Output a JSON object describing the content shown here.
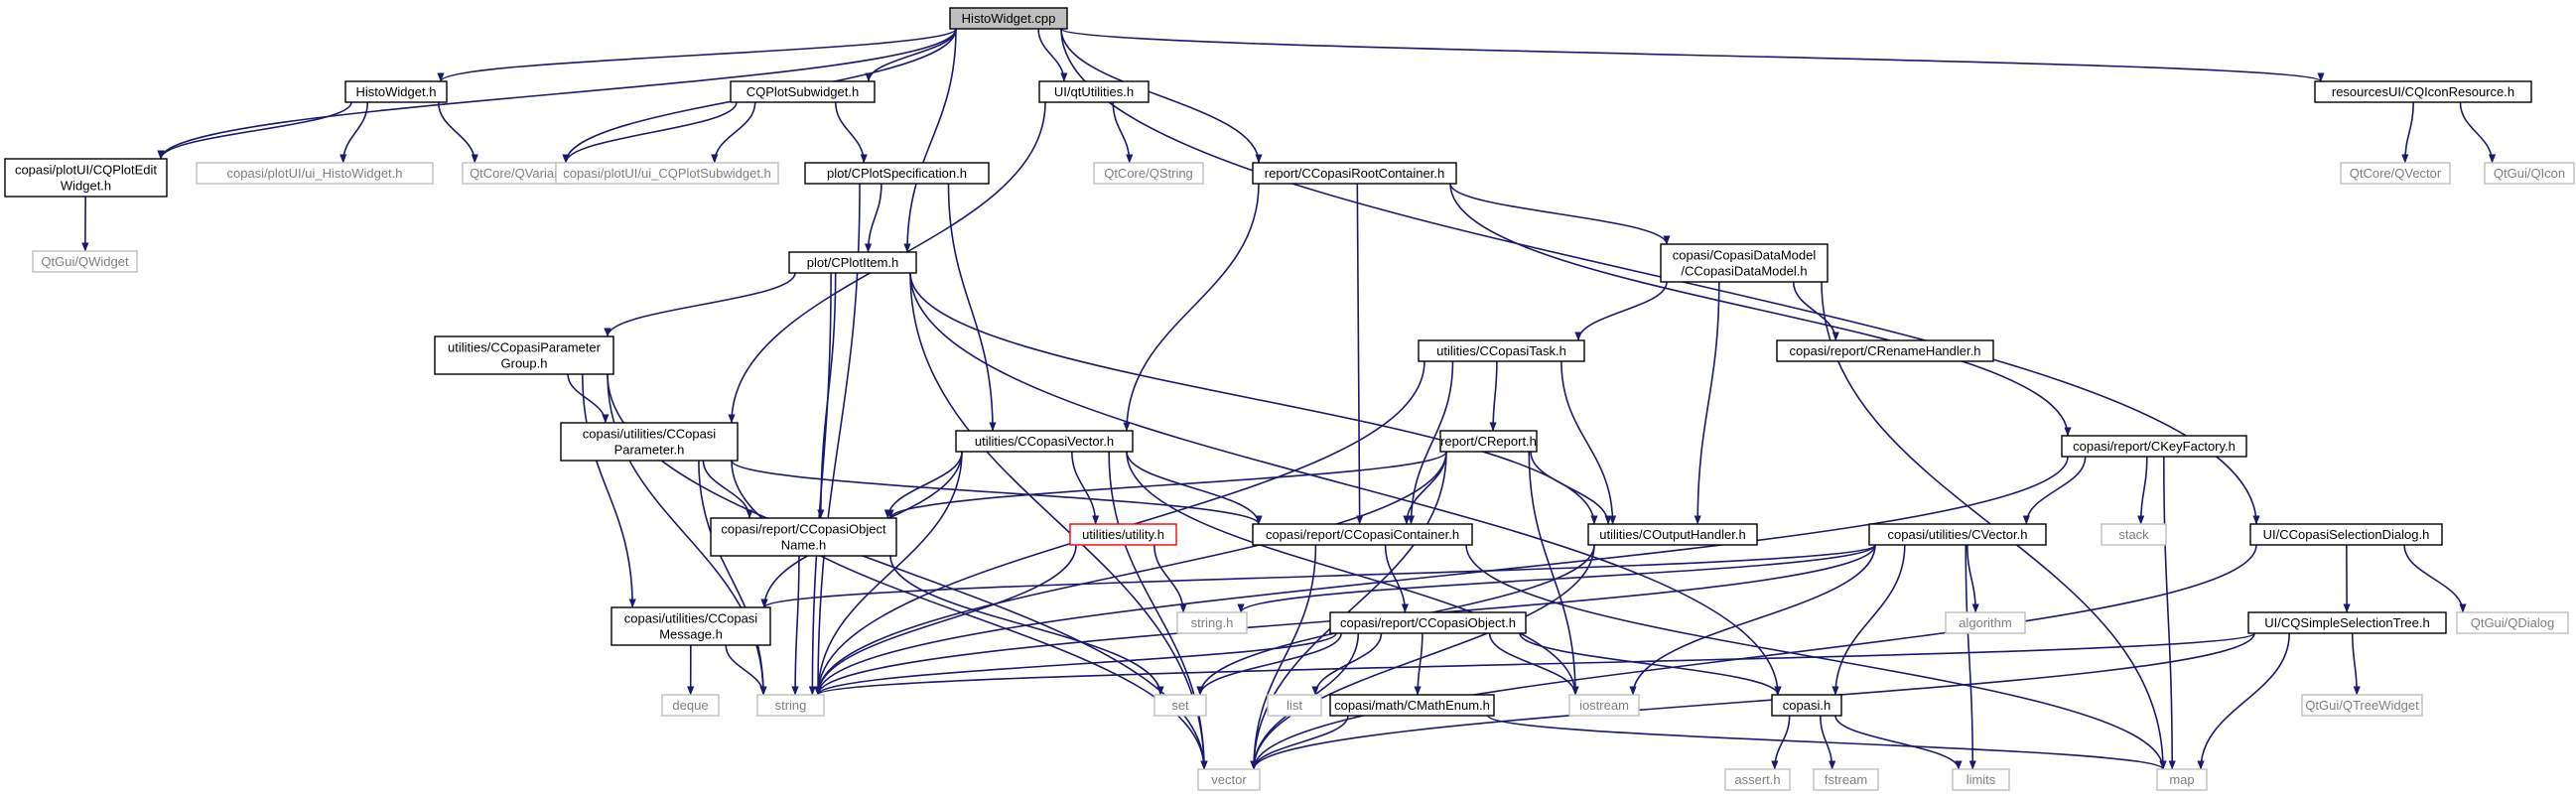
{
  "colors": {
    "edge": "#191970",
    "node_border": "#000000",
    "node_fill": "#ffffff",
    "root_fill": "#bfbfbf",
    "external_border": "#bfbfbf",
    "external_text": "#7f7f7f",
    "highlight_border": "#ff0000"
  },
  "nodes": {
    "histowidget_cpp": {
      "lines": [
        "HistoWidget.cpp"
      ],
      "kind": "root"
    },
    "histowidget_h": {
      "lines": [
        "HistoWidget.h"
      ],
      "kind": "internal"
    },
    "cqplotsubwidget_h": {
      "lines": [
        "CQPlotSubwidget.h"
      ],
      "kind": "internal"
    },
    "qtutilities_h": {
      "lines": [
        "UI/qtUtilities.h"
      ],
      "kind": "internal"
    },
    "ccopasirootcontainer_h": {
      "lines": [
        "report/CCopasiRootContainer.h"
      ],
      "kind": "internal"
    },
    "cqiconresource_h": {
      "lines": [
        "resourcesUI/CQIconResource.h"
      ],
      "kind": "internal"
    },
    "cqploteditwidget_h": {
      "lines": [
        "copasi/plotUI/CQPlotEdit",
        "Widget.h"
      ],
      "kind": "internal"
    },
    "ui_histowidget_h": {
      "lines": [
        "copasi/plotUI/ui_HistoWidget.h"
      ],
      "kind": "external"
    },
    "qvariant": {
      "lines": [
        "QtCore/QVariant"
      ],
      "kind": "external"
    },
    "ui_cqplotsubwidget_h": {
      "lines": [
        "copasi/plotUI/ui_CQPlotSubwidget.h"
      ],
      "kind": "external"
    },
    "cplotspecification_h": {
      "lines": [
        "plot/CPlotSpecification.h"
      ],
      "kind": "internal"
    },
    "qstring": {
      "lines": [
        "QtCore/QString"
      ],
      "kind": "external"
    },
    "ccopasidatamodel_h": {
      "lines": [
        "copasi/CopasiDataModel",
        "/CCopasiDataModel.h"
      ],
      "kind": "internal"
    },
    "qvector": {
      "lines": [
        "QtCore/QVector"
      ],
      "kind": "external"
    },
    "qicon": {
      "lines": [
        "QtGui/QIcon"
      ],
      "kind": "external"
    },
    "qwidget": {
      "lines": [
        "QtGui/QWidget"
      ],
      "kind": "external"
    },
    "cplotitem_h": {
      "lines": [
        "plot/CPlotItem.h"
      ],
      "kind": "internal"
    },
    "crenamehandler_h": {
      "lines": [
        "copasi/report/CRenameHandler.h"
      ],
      "kind": "internal"
    },
    "ccopasiparametergroup_h": {
      "lines": [
        "utilities/CCopasiParameter",
        "Group.h"
      ],
      "kind": "internal"
    },
    "ccopasitask_h": {
      "lines": [
        "utilities/CCopasiTask.h"
      ],
      "kind": "internal"
    },
    "ckeyfactory_h": {
      "lines": [
        "copasi/report/CKeyFactory.h"
      ],
      "kind": "internal"
    },
    "ccopasiparameter_h": {
      "lines": [
        "copasi/utilities/CCopasi",
        "Parameter.h"
      ],
      "kind": "internal"
    },
    "ccopasivector_h": {
      "lines": [
        "utilities/CCopasiVector.h"
      ],
      "kind": "internal"
    },
    "creport_h": {
      "lines": [
        "report/CReport.h"
      ],
      "kind": "internal"
    },
    "ccopasiselectiondialog_h": {
      "lines": [
        "UI/CCopasiSelectionDialog.h"
      ],
      "kind": "internal"
    },
    "ccopasiobjectname_h": {
      "lines": [
        "copasi/report/CCopasiObject",
        "Name.h"
      ],
      "kind": "internal"
    },
    "utility_h": {
      "lines": [
        "utilities/utility.h"
      ],
      "kind": "highlight"
    },
    "ccopasicontainer_h": {
      "lines": [
        "copasi/report/CCopasiContainer.h"
      ],
      "kind": "internal"
    },
    "coutputhandler_h": {
      "lines": [
        "utilities/COutputHandler.h"
      ],
      "kind": "internal"
    },
    "cvector_h": {
      "lines": [
        "copasi/utilities/CVector.h"
      ],
      "kind": "internal"
    },
    "stack": {
      "lines": [
        "stack"
      ],
      "kind": "external"
    },
    "qdialog": {
      "lines": [
        "QtGui/QDialog"
      ],
      "kind": "external"
    },
    "ccopasimessage_h": {
      "lines": [
        "copasi/utilities/CCopasi",
        "Message.h"
      ],
      "kind": "internal"
    },
    "string_h": {
      "lines": [
        "string.h"
      ],
      "kind": "external"
    },
    "algorithm": {
      "lines": [
        "algorithm"
      ],
      "kind": "external"
    },
    "ccopasiobject_h": {
      "lines": [
        "copasi/report/CCopasiObject.h"
      ],
      "kind": "internal"
    },
    "cqsimpleselectiontree_h": {
      "lines": [
        "UI/CQSimpleSelectionTree.h"
      ],
      "kind": "internal"
    },
    "deque": {
      "lines": [
        "deque"
      ],
      "kind": "external"
    },
    "string": {
      "lines": [
        "string"
      ],
      "kind": "external"
    },
    "set": {
      "lines": [
        "set"
      ],
      "kind": "external"
    },
    "list": {
      "lines": [
        "list"
      ],
      "kind": "external"
    },
    "cmathenum_h": {
      "lines": [
        "copasi/math/CMathEnum.h"
      ],
      "kind": "internal"
    },
    "iostream": {
      "lines": [
        "iostream"
      ],
      "kind": "external"
    },
    "copasi_h": {
      "lines": [
        "copasi.h"
      ],
      "kind": "internal"
    },
    "qtreewidget": {
      "lines": [
        "QtGui/QTreeWidget"
      ],
      "kind": "external"
    },
    "vector": {
      "lines": [
        "vector"
      ],
      "kind": "external"
    },
    "assert_h": {
      "lines": [
        "assert.h"
      ],
      "kind": "external"
    },
    "fstream": {
      "lines": [
        "fstream"
      ],
      "kind": "external"
    },
    "limits": {
      "lines": [
        "limits"
      ],
      "kind": "external"
    },
    "map": {
      "lines": [
        "map"
      ],
      "kind": "external"
    }
  },
  "edges": [
    [
      "histowidget_cpp",
      "histowidget_h"
    ],
    [
      "histowidget_cpp",
      "cqploteditwidget_h"
    ],
    [
      "histowidget_cpp",
      "qvariant"
    ],
    [
      "histowidget_cpp",
      "cqplotsubwidget_h"
    ],
    [
      "histowidget_cpp",
      "cplotitem_h"
    ],
    [
      "histowidget_cpp",
      "qtutilities_h"
    ],
    [
      "histowidget_cpp",
      "ccopasirootcontainer_h"
    ],
    [
      "histowidget_cpp",
      "cqiconresource_h"
    ],
    [
      "histowidget_cpp",
      "ccopasiselectiondialog_h"
    ],
    [
      "histowidget_h",
      "cqploteditwidget_h"
    ],
    [
      "histowidget_h",
      "ui_histowidget_h"
    ],
    [
      "histowidget_h",
      "qvariant"
    ],
    [
      "cqploteditwidget_h",
      "qwidget"
    ],
    [
      "cqplotsubwidget_h",
      "qvariant"
    ],
    [
      "cqplotsubwidget_h",
      "ui_cqplotsubwidget_h"
    ],
    [
      "cqplotsubwidget_h",
      "cplotspecification_h"
    ],
    [
      "cplotspecification_h",
      "cplotitem_h"
    ],
    [
      "cplotspecification_h",
      "ccopasivector_h"
    ],
    [
      "cplotspecification_h",
      "string"
    ],
    [
      "qtutilities_h",
      "qstring"
    ],
    [
      "qtutilities_h",
      "ccopasiparameter_h"
    ],
    [
      "ccopasirootcontainer_h",
      "ccopasidatamodel_h"
    ],
    [
      "ccopasirootcontainer_h",
      "ccopasivector_h"
    ],
    [
      "ccopasirootcontainer_h",
      "ccopasicontainer_h"
    ],
    [
      "ccopasirootcontainer_h",
      "ckeyfactory_h"
    ],
    [
      "cqiconresource_h",
      "qvector"
    ],
    [
      "cqiconresource_h",
      "qicon"
    ],
    [
      "cplotitem_h",
      "ccopasiparametergroup_h"
    ],
    [
      "cplotitem_h",
      "ccopasiobjectname_h"
    ],
    [
      "cplotitem_h",
      "coutputhandler_h"
    ],
    [
      "cplotitem_h",
      "copasi_h"
    ],
    [
      "cplotitem_h",
      "string"
    ],
    [
      "cplotitem_h",
      "vector"
    ],
    [
      "ccopasidatamodel_h",
      "ccopasitask_h"
    ],
    [
      "ccopasidatamodel_h",
      "crenamehandler_h"
    ],
    [
      "ccopasidatamodel_h",
      "coutputhandler_h"
    ],
    [
      "ccopasidatamodel_h",
      "map"
    ],
    [
      "ccopasiparametergroup_h",
      "ccopasiparameter_h"
    ],
    [
      "ccopasiparametergroup_h",
      "ccopasimessage_h"
    ],
    [
      "ccopasiparametergroup_h",
      "string"
    ],
    [
      "ccopasiparametergroup_h",
      "vector"
    ],
    [
      "ccopasitask_h",
      "creport_h"
    ],
    [
      "ccopasitask_h",
      "ccopasicontainer_h"
    ],
    [
      "ccopasitask_h",
      "coutputhandler_h"
    ],
    [
      "ccopasitask_h",
      "string"
    ],
    [
      "ckeyfactory_h",
      "cvector_h"
    ],
    [
      "ckeyfactory_h",
      "stack"
    ],
    [
      "ckeyfactory_h",
      "map"
    ],
    [
      "ckeyfactory_h",
      "string"
    ],
    [
      "ccopasiparameter_h",
      "ccopasiobjectname_h"
    ],
    [
      "ccopasiparameter_h",
      "ccopasicontainer_h"
    ],
    [
      "ccopasiparameter_h",
      "string"
    ],
    [
      "ccopasiparameter_h",
      "vector"
    ],
    [
      "ccopasivector_h",
      "ccopasiobjectname_h"
    ],
    [
      "ccopasivector_h",
      "utility_h"
    ],
    [
      "ccopasivector_h",
      "ccopasicontainer_h"
    ],
    [
      "ccopasivector_h",
      "ccopasimessage_h"
    ],
    [
      "ccopasivector_h",
      "string"
    ],
    [
      "ccopasivector_h",
      "vector"
    ],
    [
      "ccopasivector_h",
      "iostream"
    ],
    [
      "creport_h",
      "ccopasiobjectname_h"
    ],
    [
      "creport_h",
      "ccopasicontainer_h"
    ],
    [
      "creport_h",
      "coutputhandler_h"
    ],
    [
      "creport_h",
      "iostream"
    ],
    [
      "creport_h",
      "vector"
    ],
    [
      "creport_h",
      "string"
    ],
    [
      "ccopasiselectiondialog_h",
      "cqsimpleselectiontree_h"
    ],
    [
      "ccopasiselectiondialog_h",
      "qdialog"
    ],
    [
      "ccopasiselectiondialog_h",
      "vector"
    ],
    [
      "ccopasiobjectname_h",
      "string"
    ],
    [
      "ccopasiobjectname_h",
      "set"
    ],
    [
      "utility_h",
      "string_h"
    ],
    [
      "utility_h",
      "string"
    ],
    [
      "ccopasicontainer_h",
      "ccopasiobject_h"
    ],
    [
      "ccopasicontainer_h",
      "map"
    ],
    [
      "ccopasicontainer_h",
      "vector"
    ],
    [
      "coutputhandler_h",
      "set"
    ],
    [
      "coutputhandler_h",
      "vector"
    ],
    [
      "cvector_h",
      "ccopasimessage_h"
    ],
    [
      "cvector_h",
      "string_h"
    ],
    [
      "cvector_h",
      "algorithm"
    ],
    [
      "cvector_h",
      "iostream"
    ],
    [
      "cvector_h",
      "copasi_h"
    ],
    [
      "cvector_h",
      "limits"
    ],
    [
      "cvector_h",
      "string"
    ],
    [
      "ccopasimessage_h",
      "deque"
    ],
    [
      "ccopasimessage_h",
      "string"
    ],
    [
      "ccopasiobject_h",
      "string"
    ],
    [
      "ccopasiobject_h",
      "set"
    ],
    [
      "ccopasiobject_h",
      "list"
    ],
    [
      "ccopasiobject_h",
      "cmathenum_h"
    ],
    [
      "ccopasiobject_h",
      "iostream"
    ],
    [
      "ccopasiobject_h",
      "copasi_h"
    ],
    [
      "ccopasiobject_h",
      "vector"
    ],
    [
      "cqsimpleselectiontree_h",
      "qtreewidget"
    ],
    [
      "cqsimpleselectiontree_h",
      "map"
    ],
    [
      "cqsimpleselectiontree_h",
      "vector"
    ],
    [
      "cqsimpleselectiontree_h",
      "string"
    ],
    [
      "cmathenum_h",
      "vector"
    ],
    [
      "cmathenum_h",
      "map"
    ],
    [
      "copasi_h",
      "assert_h"
    ],
    [
      "copasi_h",
      "fstream"
    ],
    [
      "copasi_h",
      "limits"
    ]
  ]
}
